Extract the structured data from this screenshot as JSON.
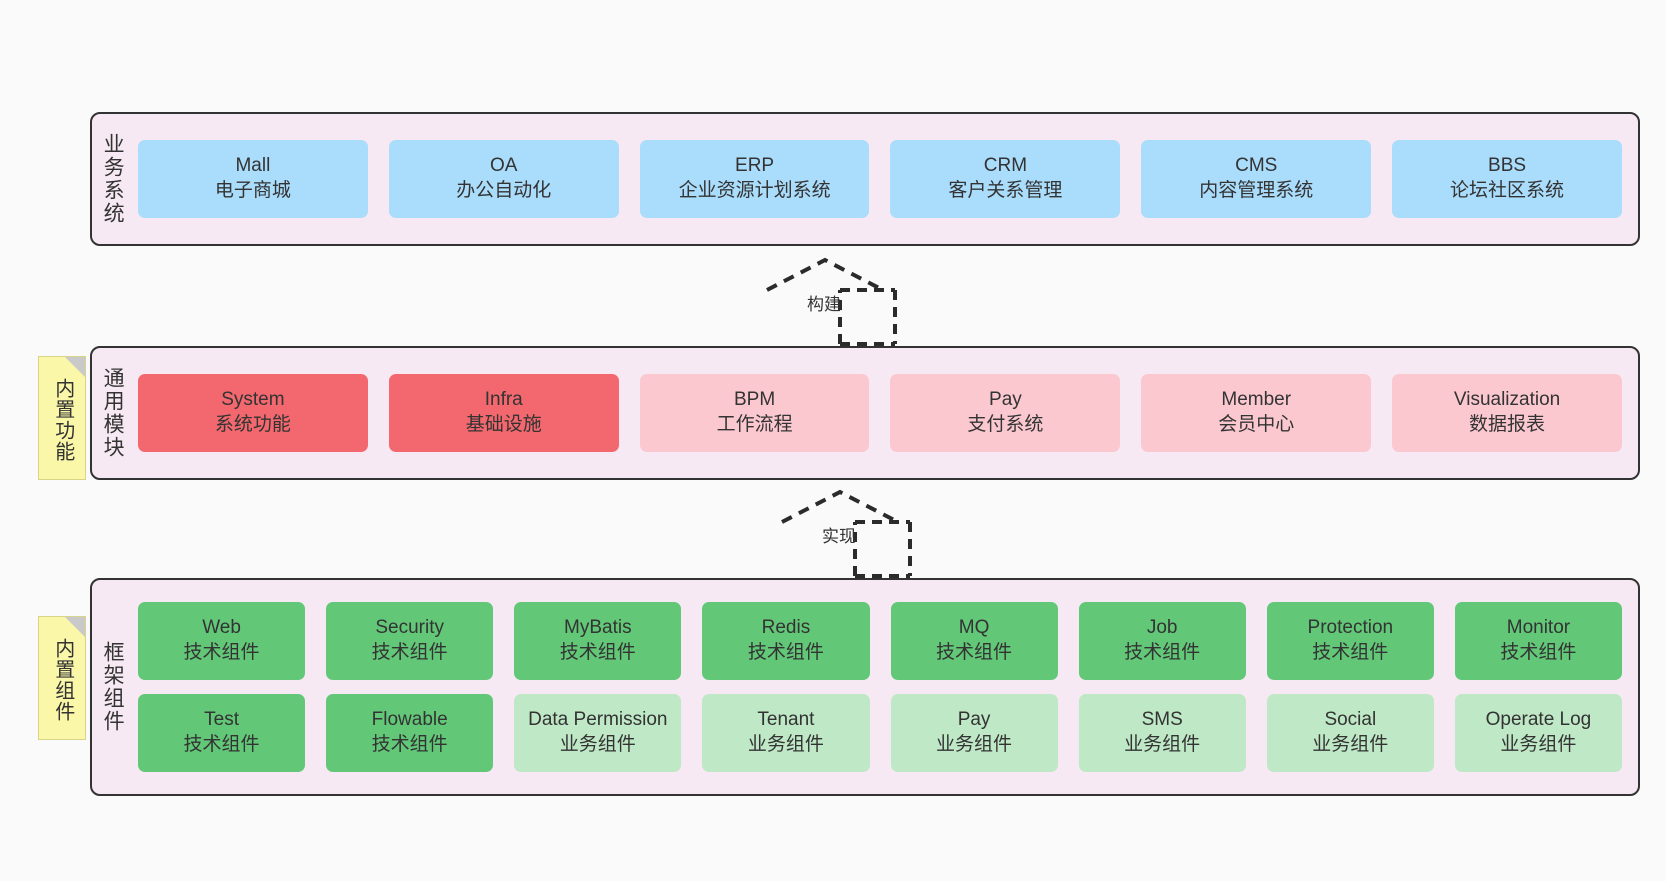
{
  "diagram": {
    "title": "",
    "background": "#fafafa",
    "palette": {
      "layer_bg": "#f7e9f3",
      "layer_border": "#333333",
      "blue": "#aadcfb",
      "red": "#f2686e",
      "pink": "#fbc8d0",
      "green": "#62c878",
      "light_green": "#bfe8c6",
      "note_yellow": "#fbf7a8"
    }
  },
  "notes": [
    {
      "label": "内置功能"
    },
    {
      "label": "内置组件"
    }
  ],
  "connectors": [
    {
      "label": "构建"
    },
    {
      "label": "实现"
    }
  ],
  "layers": [
    {
      "id": "business",
      "title": "业务系统",
      "rows": [
        {
          "nodes": [
            {
              "name": "Mall",
              "sub": "电子商城",
              "style": "blue"
            },
            {
              "name": "OA",
              "sub": "办公自动化",
              "style": "blue"
            },
            {
              "name": "ERP",
              "sub": "企业资源计划系统",
              "style": "blue"
            },
            {
              "name": "CRM",
              "sub": "客户关系管理",
              "style": "blue"
            },
            {
              "name": "CMS",
              "sub": "内容管理系统",
              "style": "blue"
            },
            {
              "name": "BBS",
              "sub": "论坛社区系统",
              "style": "blue"
            }
          ]
        }
      ]
    },
    {
      "id": "common",
      "title": "通用模块",
      "rows": [
        {
          "nodes": [
            {
              "name": "System",
              "sub": "系统功能",
              "style": "red"
            },
            {
              "name": "Infra",
              "sub": "基础设施",
              "style": "red"
            },
            {
              "name": "BPM",
              "sub": "工作流程",
              "style": "pink"
            },
            {
              "name": "Pay",
              "sub": "支付系统",
              "style": "pink"
            },
            {
              "name": "Member",
              "sub": "会员中心",
              "style": "pink"
            },
            {
              "name": "Visualization",
              "sub": "数据报表",
              "style": "pink"
            }
          ]
        }
      ]
    },
    {
      "id": "framework",
      "title": "框架组件",
      "rows": [
        {
          "nodes": [
            {
              "name": "Web",
              "sub": "技术组件",
              "style": "green"
            },
            {
              "name": "Security",
              "sub": "技术组件",
              "style": "green"
            },
            {
              "name": "MyBatis",
              "sub": "技术组件",
              "style": "green"
            },
            {
              "name": "Redis",
              "sub": "技术组件",
              "style": "green"
            },
            {
              "name": "MQ",
              "sub": "技术组件",
              "style": "green"
            },
            {
              "name": "Job",
              "sub": "技术组件",
              "style": "green"
            },
            {
              "name": "Protection",
              "sub": "技术组件",
              "style": "green"
            },
            {
              "name": "Monitor",
              "sub": "技术组件",
              "style": "green"
            }
          ]
        },
        {
          "nodes": [
            {
              "name": "Test",
              "sub": "技术组件",
              "style": "green"
            },
            {
              "name": "Flowable",
              "sub": "技术组件",
              "style": "green"
            },
            {
              "name": "Data Permission",
              "sub": "业务组件",
              "style": "light_green"
            },
            {
              "name": "Tenant",
              "sub": "业务组件",
              "style": "light_green"
            },
            {
              "name": "Pay",
              "sub": "业务组件",
              "style": "light_green"
            },
            {
              "name": "SMS",
              "sub": "业务组件",
              "style": "light_green"
            },
            {
              "name": "Social",
              "sub": "业务组件",
              "style": "light_green"
            },
            {
              "name": "Operate Log",
              "sub": "业务组件",
              "style": "light_green"
            }
          ]
        }
      ]
    }
  ]
}
